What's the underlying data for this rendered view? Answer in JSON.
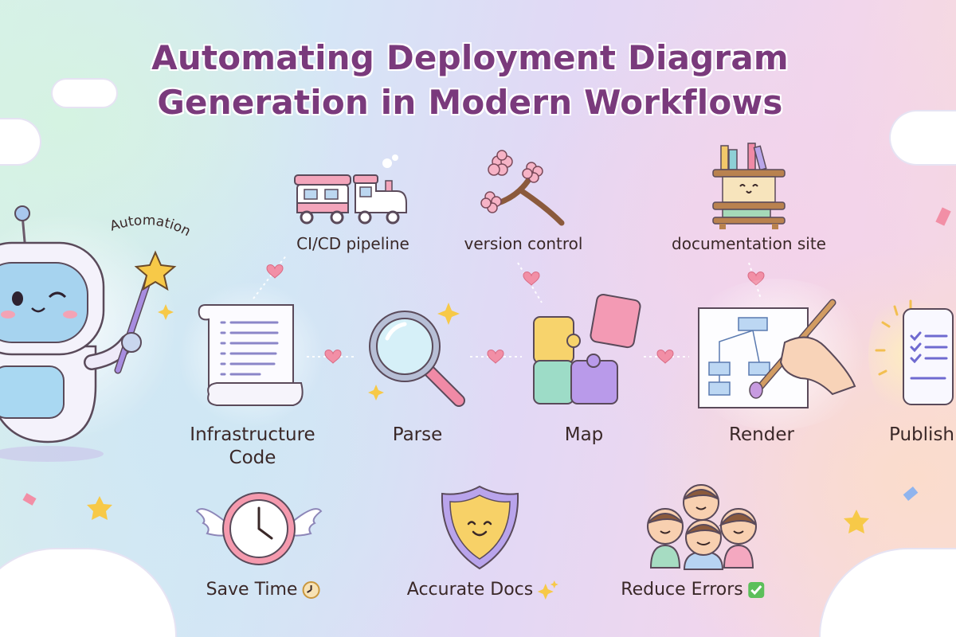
{
  "title": {
    "line1": "Automating Deployment Diagram",
    "line2": "Generation in Modern Workflows"
  },
  "mascot": {
    "caption": "Automation"
  },
  "integrations": [
    {
      "label": "CI/CD pipeline",
      "icon": "train-icon"
    },
    {
      "label": "version control",
      "icon": "cherry-blossom-branch-icon"
    },
    {
      "label": "documentation site",
      "icon": "bookshelf-icon"
    }
  ],
  "steps": [
    {
      "label": "Infrastructure Code",
      "icon": "scroll-icon"
    },
    {
      "label": "Parse",
      "icon": "magnifying-glass-icon"
    },
    {
      "label": "Map",
      "icon": "puzzle-icon"
    },
    {
      "label": "Render",
      "icon": "paintbrush-diagram-icon"
    },
    {
      "label": "Publish",
      "icon": "checklist-document-icon"
    }
  ],
  "benefits": [
    {
      "label": "Save Time",
      "icon": "winged-clock-icon",
      "emoji": "clock-emoji-icon"
    },
    {
      "label": "Accurate Docs",
      "icon": "smiling-shield-icon",
      "emoji": "sparkles-emoji-icon"
    },
    {
      "label": "Reduce Errors",
      "icon": "happy-people-icon",
      "emoji": "check-mark-emoji-icon"
    }
  ],
  "colors": {
    "title": "#7a3a7c",
    "text": "#3a2828",
    "heart": "#f28fa6",
    "star": "#f7c948"
  }
}
